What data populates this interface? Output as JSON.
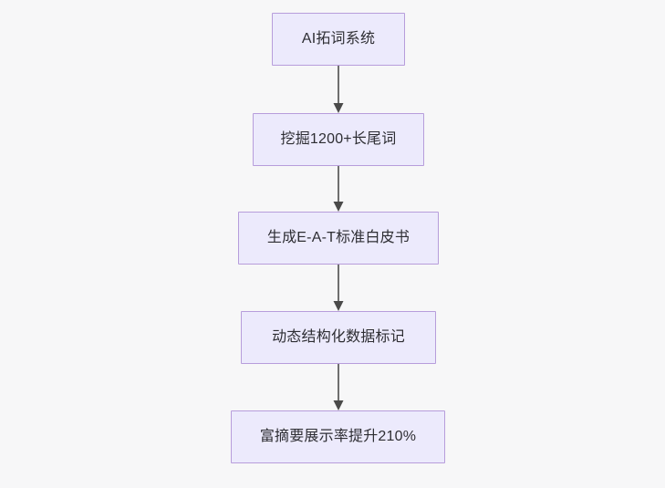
{
  "diagram": {
    "type": "flowchart",
    "direction": "top-to-bottom",
    "background_color": "#f7f7f8",
    "node_fill_color": "#eceafc",
    "node_border_color": "#b79ddb",
    "node_text_color": "#2e2e33",
    "connector_color": "#6f6f6f",
    "nodes": [
      {
        "id": "n1",
        "label": "AI拓词系统"
      },
      {
        "id": "n2",
        "label": "挖掘1200+长尾词"
      },
      {
        "id": "n3",
        "label": "生成E-A-T标准白皮书"
      },
      {
        "id": "n4",
        "label": "动态结构化数据标记"
      },
      {
        "id": "n5",
        "label": "富摘要展示率提升210%"
      }
    ],
    "edges": [
      {
        "id": "e1",
        "from": "n1",
        "to": "n2",
        "arrow": "down-arrowhead"
      },
      {
        "id": "e2",
        "from": "n2",
        "to": "n3",
        "arrow": "down-arrowhead"
      },
      {
        "id": "e3",
        "from": "n3",
        "to": "n4",
        "arrow": "down-arrowhead"
      },
      {
        "id": "e4",
        "from": "n4",
        "to": "n5",
        "arrow": "down-arrowhead"
      }
    ]
  }
}
